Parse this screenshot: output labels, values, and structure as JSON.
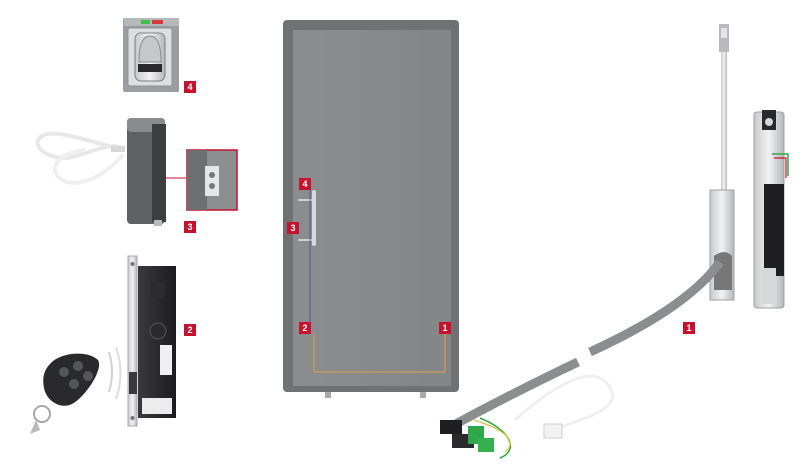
{
  "badges": {
    "fingerprint_reader": "4",
    "card_reader": "3",
    "motor_lock": "2",
    "door_four": "4",
    "door_three": "3",
    "door_two": "2",
    "door_one": "1",
    "bolt_rod": "1"
  },
  "colors": {
    "badge": "#c4122f",
    "door_panel": "#8a8b8d",
    "door_frame": "#6f7072",
    "wiring_line": "#e0a050",
    "wire_green": "#2fa84a"
  }
}
